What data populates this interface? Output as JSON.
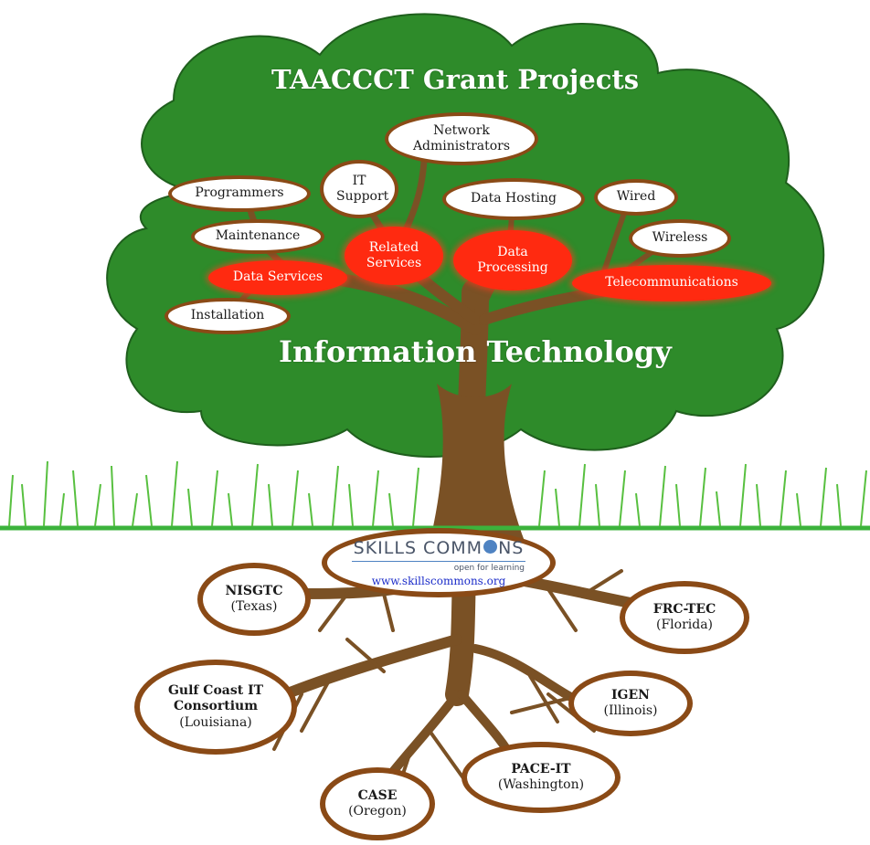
{
  "colors": {
    "canopy": "#2e8b2a",
    "trunk": "#7a5125",
    "root_border": "#8a4a16",
    "grass": "#3cb33c",
    "red_node": "#ff2a10",
    "url": "#1b2cc9"
  },
  "canopy_title": "TAACCCT Grant Projects",
  "center_title": "Information Technology",
  "branches": {
    "network_administrators": "Network Administrators",
    "it_support": "IT Support",
    "programmers": "Programmers",
    "data_hosting": "Data Hosting",
    "wired": "Wired",
    "maintenance": "Maintenance",
    "wireless": "Wireless",
    "installation": "Installation",
    "data_services": "Data Services",
    "related_services": "Related Services",
    "data_processing": "Data Processing",
    "telecommunications": "Telecommunications"
  },
  "skills_commons": {
    "logo_before": "SKILLS COMM",
    "logo_after": "NS",
    "tagline": "open for learning",
    "url": "www.skillscommons.org"
  },
  "roots": {
    "nisgtc": {
      "name": "NISGTC",
      "state": "(Texas)"
    },
    "frc_tec": {
      "name": "FRC-TEC",
      "state": "(Florida)"
    },
    "gulf_coast": {
      "name": "Gulf Coast IT Consortium",
      "state": "(Louisiana)"
    },
    "igen": {
      "name": "IGEN",
      "state": "(Illinois)"
    },
    "pace_it": {
      "name": "PACE-IT",
      "state": "(Washington)"
    },
    "case": {
      "name": "CASE",
      "state": "(Oregon)"
    }
  }
}
